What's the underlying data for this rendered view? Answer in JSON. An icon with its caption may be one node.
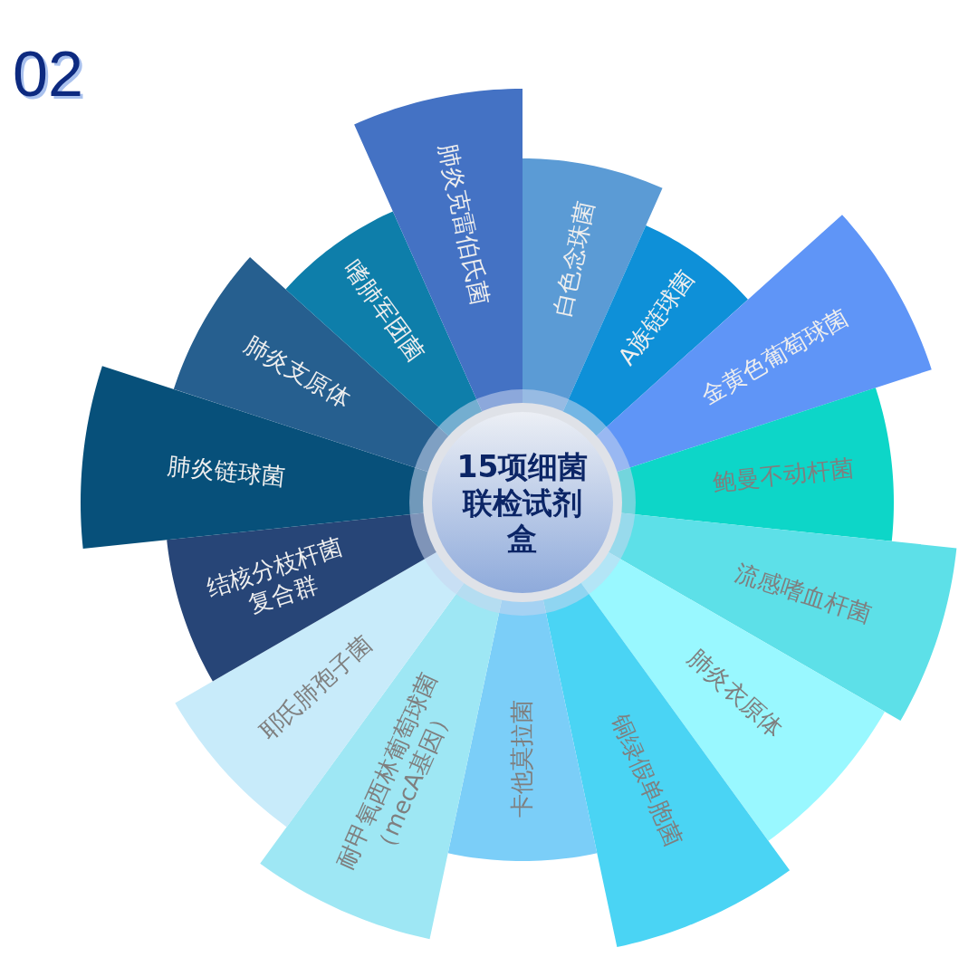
{
  "diagram": {
    "nodes": [
      {
        "text": [
          "15项细菌联检试剂盒"
        ]
      },
      {
        "text": [
          "白色念珠菌"
        ]
      },
      {
        "text": [
          "A族链球菌"
        ]
      },
      {
        "text": [
          "金黄色葡萄球菌"
        ]
      },
      {
        "text": [
          "鲍曼不动杆菌"
        ]
      },
      {
        "text": [
          "流感嗜血杆菌"
        ]
      },
      {
        "text": [
          "肺炎衣原体"
        ]
      },
      {
        "text": [
          "铜绿假单胞菌"
        ]
      },
      {
        "text": [
          "卡他莫拉菌"
        ]
      },
      {
        "text": [
          "耐甲氧西林葡萄球菌（mecA基因）"
        ]
      },
      {
        "text": [
          "耶氏肺孢子菌"
        ]
      },
      {
        "text": [
          "结核分枝杆菌复合群"
        ]
      },
      {
        "text": [
          "肺炎链球菌"
        ]
      },
      {
        "text": [
          "肺炎支原体"
        ]
      },
      {
        "text": [
          "嗜肺军团菌"
        ]
      },
      {
        "text": [
          "肺炎克雷伯氏菌"
        ]
      }
    ],
    "labels": [
      "02"
    ]
  }
}
